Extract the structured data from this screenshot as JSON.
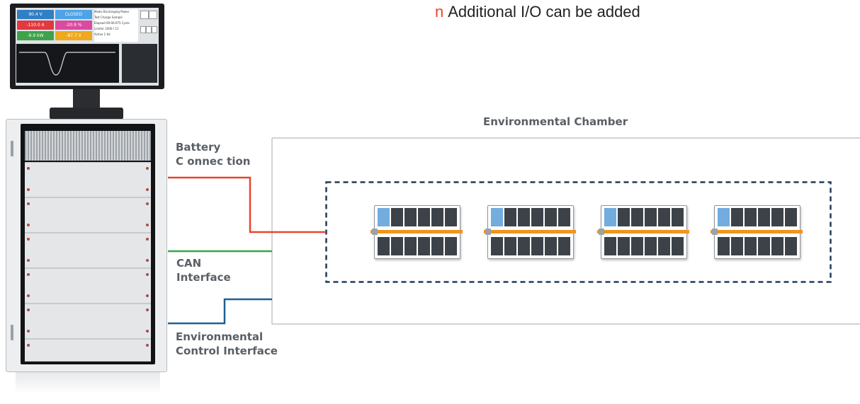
{
  "note": {
    "bullet": "n",
    "text": "Additional I/O can be added"
  },
  "chamber": {
    "title": "Environmental Chamber"
  },
  "connections": {
    "battery": {
      "line1": "Battery",
      "line2": "C onnec tion",
      "color": "#e8452b"
    },
    "can": {
      "line1": "CAN",
      "line2": "Interface",
      "color": "#2fa84f"
    },
    "env": {
      "line1": "Environmental",
      "line2": "Control Interface",
      "color": "#1f5f95"
    }
  },
  "monitor": {
    "tiles": [
      {
        "text": "90.4 V",
        "color": "#2f7fc4"
      },
      {
        "text": "CLOSED",
        "color": "#4da3e6"
      },
      {
        "text": "-110.0 A",
        "color": "#e0393e"
      },
      {
        "text": "-20.9 %",
        "color": "#d94aa0"
      },
      {
        "text": "-9.9 kW",
        "color": "#3ea24a"
      },
      {
        "text": "-87.7 V",
        "color": "#f0a81c"
      }
    ],
    "status_rows": [
      {
        "label": "Mode",
        "value": "Discharging Power"
      },
      {
        "label": "Test",
        "value": "Charge Sample"
      },
      {
        "label": "Elapsed",
        "value": "00:00:075 Cycle"
      },
      {
        "label": "Limiter",
        "value": "1000 / 11"
      },
      {
        "label": "Active",
        "value": "1 Hz"
      }
    ]
  },
  "colors": {
    "chamber_border": "#b3b8bd",
    "dashed_border": "#1f3b5a",
    "cell_dark": "#3c4248",
    "cell_highlight": "#73acde",
    "rail": "#f0951d"
  },
  "battery_modules": 4
}
